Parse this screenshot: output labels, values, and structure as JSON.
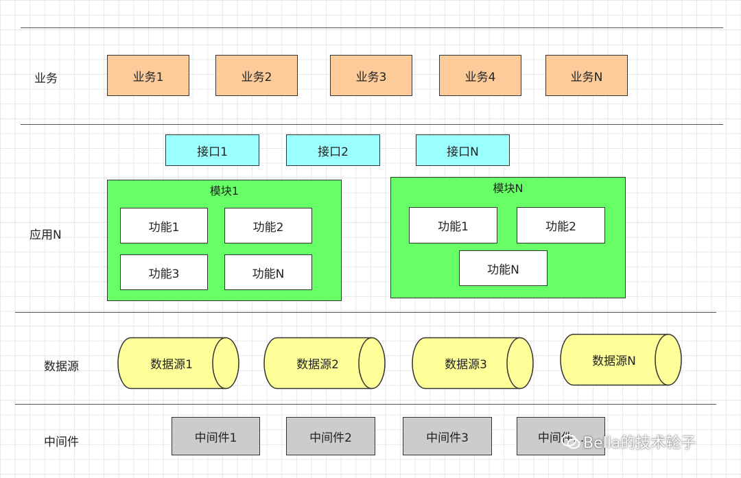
{
  "layers": {
    "business": "业务",
    "application": "应用N",
    "datasource": "数据源",
    "middleware": "中间件"
  },
  "business_items": [
    "业务1",
    "业务2",
    "业务3",
    "业务4",
    "业务N"
  ],
  "interfaces": [
    "接口1",
    "接口2",
    "接口N"
  ],
  "modules": [
    {
      "title": "模块1",
      "functions": [
        "功能1",
        "功能2",
        "功能3",
        "功能N"
      ]
    },
    {
      "title": "模块N",
      "functions": [
        "功能1",
        "功能2",
        "功能N"
      ]
    }
  ],
  "datasources": [
    "数据源1",
    "数据源2",
    "数据源3",
    "数据源N"
  ],
  "middleware_items": [
    "中间件1",
    "中间件2",
    "中间件3",
    "中间件..."
  ],
  "watermark": "Bella的技术轮子",
  "colors": {
    "business": "#fccb99",
    "interface": "#99ffff",
    "module": "#66ff66",
    "function": "#ffffff",
    "datasource": "#ffff99",
    "middleware": "#cccccc"
  }
}
